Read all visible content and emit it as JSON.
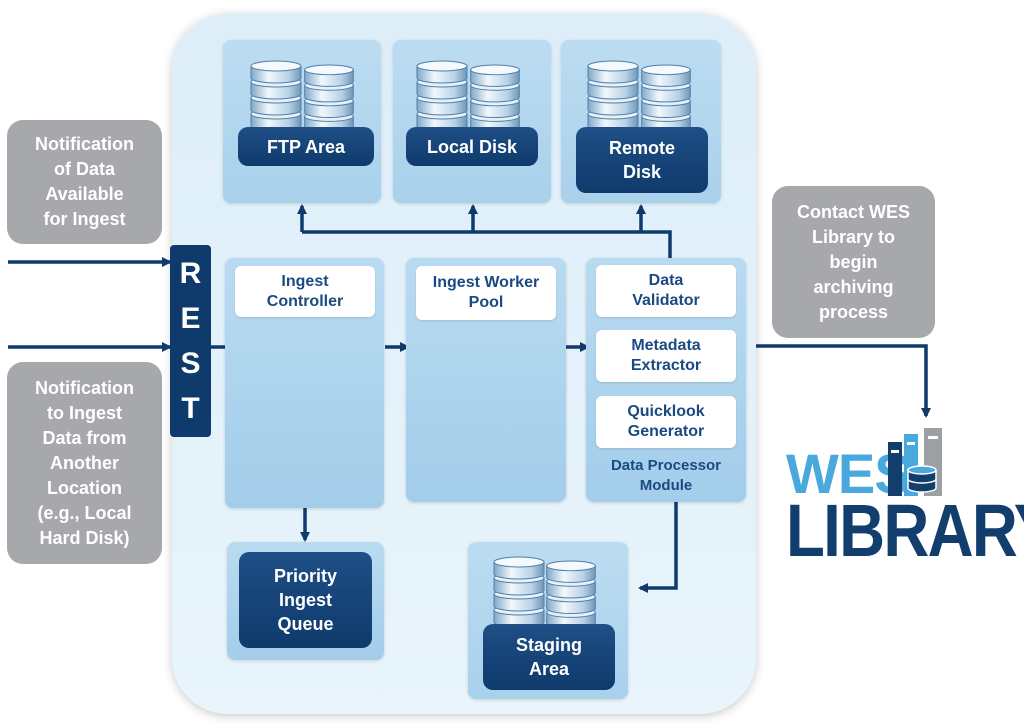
{
  "storage": {
    "ftp": "FTP Area",
    "local": "Local Disk",
    "remote": "Remote\nDisk",
    "staging": "Staging\nArea"
  },
  "queue": "Priority\nIngest\nQueue",
  "rest": [
    "R",
    "E",
    "S",
    "T"
  ],
  "modules": {
    "ingest_controller": "Ingest\nController",
    "worker_pool": "Ingest Worker\nPool",
    "data_validator": "Data\nValidator",
    "metadata_extractor": "Metadata\nExtractor",
    "quicklook_generator": "Quicklook\nGenerator",
    "data_processor_module": "Data Processor\nModule"
  },
  "notes": {
    "notification_available": "Notification\nof Data\nAvailable\nfor Ingest",
    "notification_other": "Notification\nto Ingest\nData from\nAnother\nLocation\n(e.g., Local\nHard Disk)",
    "contact_wes": "Contact WES\nLibrary to\nbegin\narchiving\nprocess"
  },
  "logo": {
    "wes": "WES",
    "library": "LIBRARY"
  },
  "colors": {
    "dark_blue": "#0f3a6c",
    "panel_blue": "#a9d1ec",
    "container": "#e3f1fa",
    "note_gray": "#a6a8ab",
    "logo_light": "#49a8dd"
  }
}
